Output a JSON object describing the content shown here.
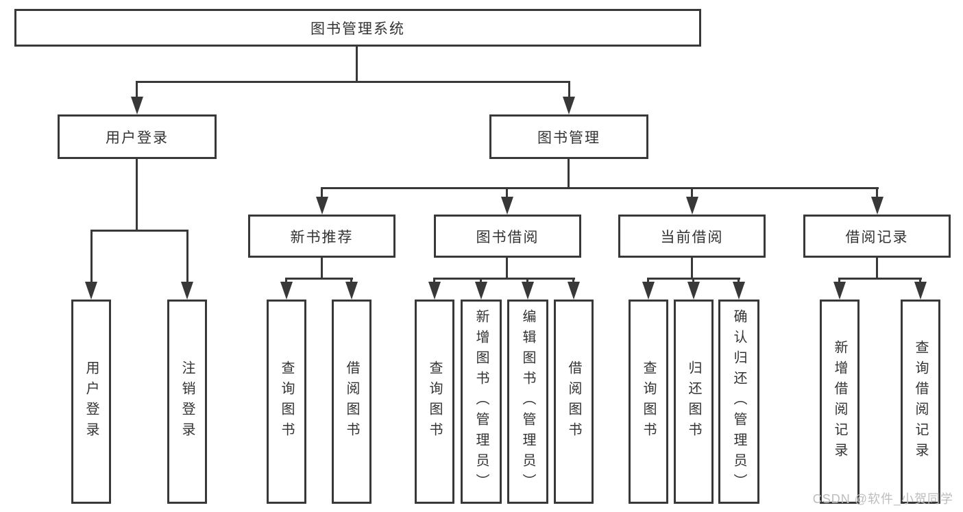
{
  "tree": {
    "root": "图书管理系统",
    "branches": [
      {
        "label": "用户登录",
        "children": [
          "用户登录",
          "注销登录"
        ]
      },
      {
        "label": "图书管理",
        "children": [
          {
            "label": "新书推荐",
            "children": [
              "查询图书",
              "借阅图书"
            ]
          },
          {
            "label": "图书借阅",
            "children": [
              "查询图书",
              "新增图书（管理员）",
              "编辑图书（管理员）",
              "借阅图书"
            ]
          },
          {
            "label": "当前借阅",
            "children": [
              "查询图书",
              "归还图书",
              "确认归还（管理员）"
            ]
          },
          {
            "label": "借阅记录",
            "children": [
              "新增借阅记录",
              "查询借阅记录"
            ]
          }
        ]
      }
    ]
  },
  "watermark": "CSDN @软件_小贺同学",
  "colors": {
    "line": "#383838",
    "text": "#333333",
    "watermark": "#bdbdbd",
    "background": "#ffffff"
  }
}
